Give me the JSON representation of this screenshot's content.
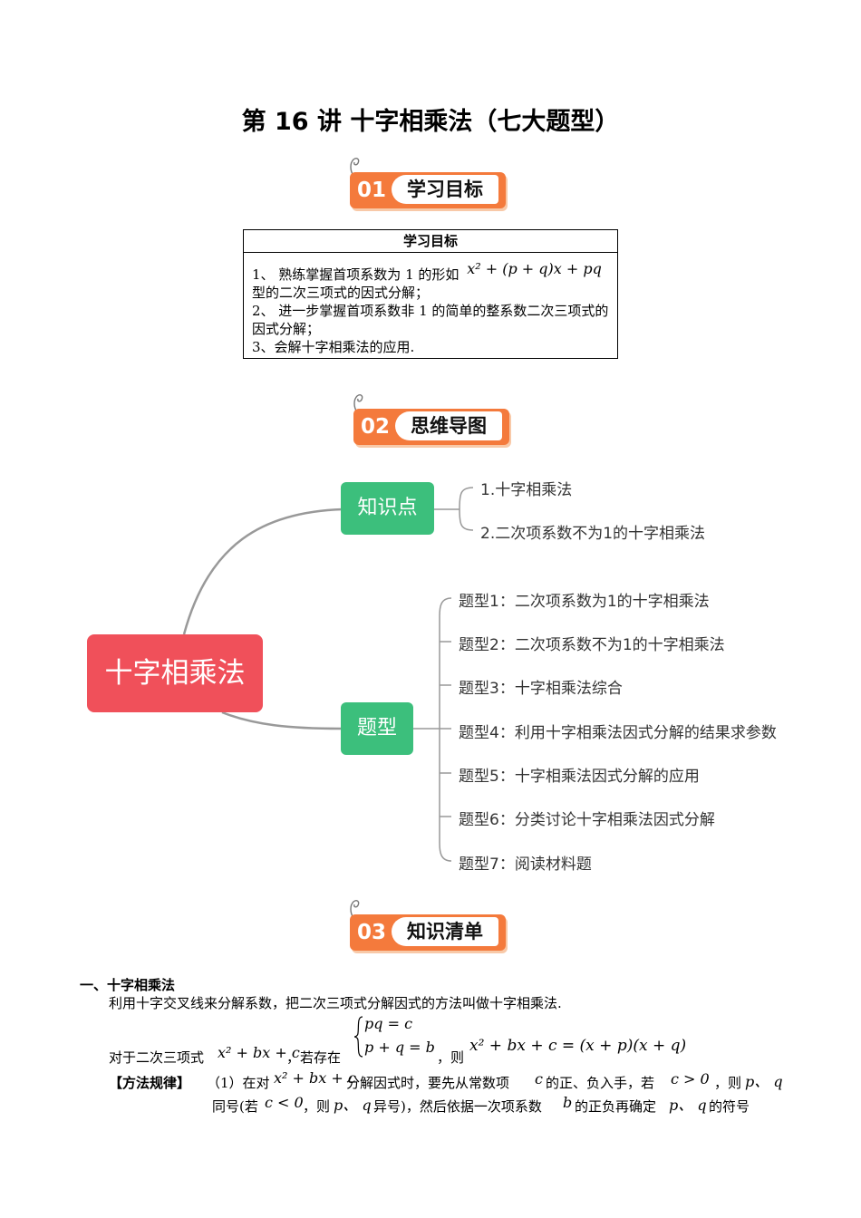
{
  "title": "第 16 讲  十字相乘法（七大题型）",
  "badges": [
    {
      "num": "01",
      "label": "学习目标"
    },
    {
      "num": "02",
      "label": "思维导图"
    },
    {
      "num": "03",
      "label": "知识清单"
    }
  ],
  "goals_table": {
    "header": "学习目标",
    "line1a": "1、  熟练掌握首项系数为 1 的形如",
    "line1_formula": "x² + (p + q)x + pq",
    "line1b": "型的二次三项式的因式分解；",
    "line2": "2、  进一步掌握首项系数非 1 的简单的整系数二次三项式的因式分解；",
    "line3": "3、会解十字相乘法的应用."
  },
  "mindmap": {
    "center": "十字相乘法",
    "knowledge": {
      "label": "知识点",
      "items": [
        "1.十字相乘法",
        "2.二次项系数不为1的十字相乘法"
      ]
    },
    "types": {
      "label": "题型",
      "items": [
        "题型1：二次项系数为1的十字相乘法",
        "题型2：二次项系数不为1的十字相乘法",
        "题型3：十字相乘法综合",
        "题型4：利用十字相乘法因式分解的结果求参数",
        "题型5：十字相乘法因式分解的应用",
        "题型6：分类讨论十字相乘法因式分解",
        "题型7：阅读材料题"
      ]
    },
    "colors": {
      "center": "#f0505a",
      "green": "#3cbf7c",
      "badge": "#f47a3c"
    }
  },
  "section1": {
    "heading": "一、十字相乘法",
    "intro": "利用十字交叉线来分解系数，把二次三项式分解因式的方法叫做十字相乘法.",
    "cond_prefix": "对于二次三项式",
    "cond_poly": "x² + bx + c",
    "cond_mid": "，若存在",
    "sys1": "pq = c",
    "sys2": "p + q = b",
    "cond_then": "，则",
    "cond_result": "x² + bx + c = (x + p)(x + q)",
    "rule_label": "【方法规律】",
    "rule_line1a": "（1）在对",
    "rule_line1_poly": "x² + bx + c",
    "rule_line1b": "分解因式时，要先从常数项",
    "rule_c": "c",
    "rule_line1c": "的正、负入手，若",
    "rule_cpos": "c > 0",
    "rule_line1d": "，则",
    "rule_pq": "p、 q",
    "rule_line2a": "同号(若",
    "rule_cneg": "c < 0",
    "rule_line2b": "，则",
    "rule_line2c": "异号)，然后依据一次项系数",
    "rule_b": "b",
    "rule_line2d": "的正负再确定",
    "rule_line2e": "的符号"
  }
}
